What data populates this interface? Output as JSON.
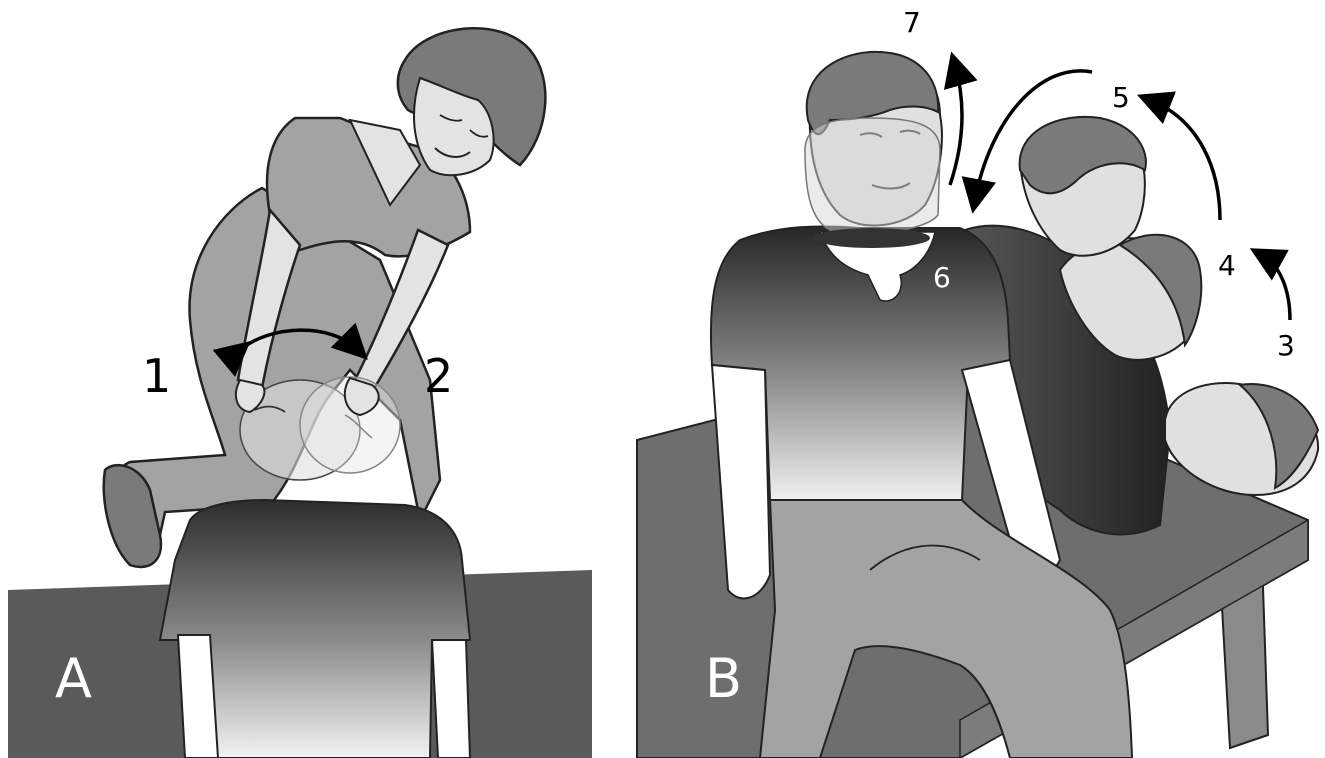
{
  "panels": [
    {
      "id": "A",
      "label": "A",
      "steps": [
        "1",
        "2"
      ]
    },
    {
      "id": "B",
      "label": "B",
      "steps": [
        "3",
        "4",
        "5",
        "6",
        "7"
      ]
    }
  ],
  "colors": {
    "floor": "#5a5a5a",
    "table": "#6e6e6e",
    "skin": "#d9d9d9",
    "hair": "#7a7a7a",
    "clothing_light": "#a3a3a3",
    "shirt_dark": "#3a3a3a",
    "arrow": "#000000"
  }
}
